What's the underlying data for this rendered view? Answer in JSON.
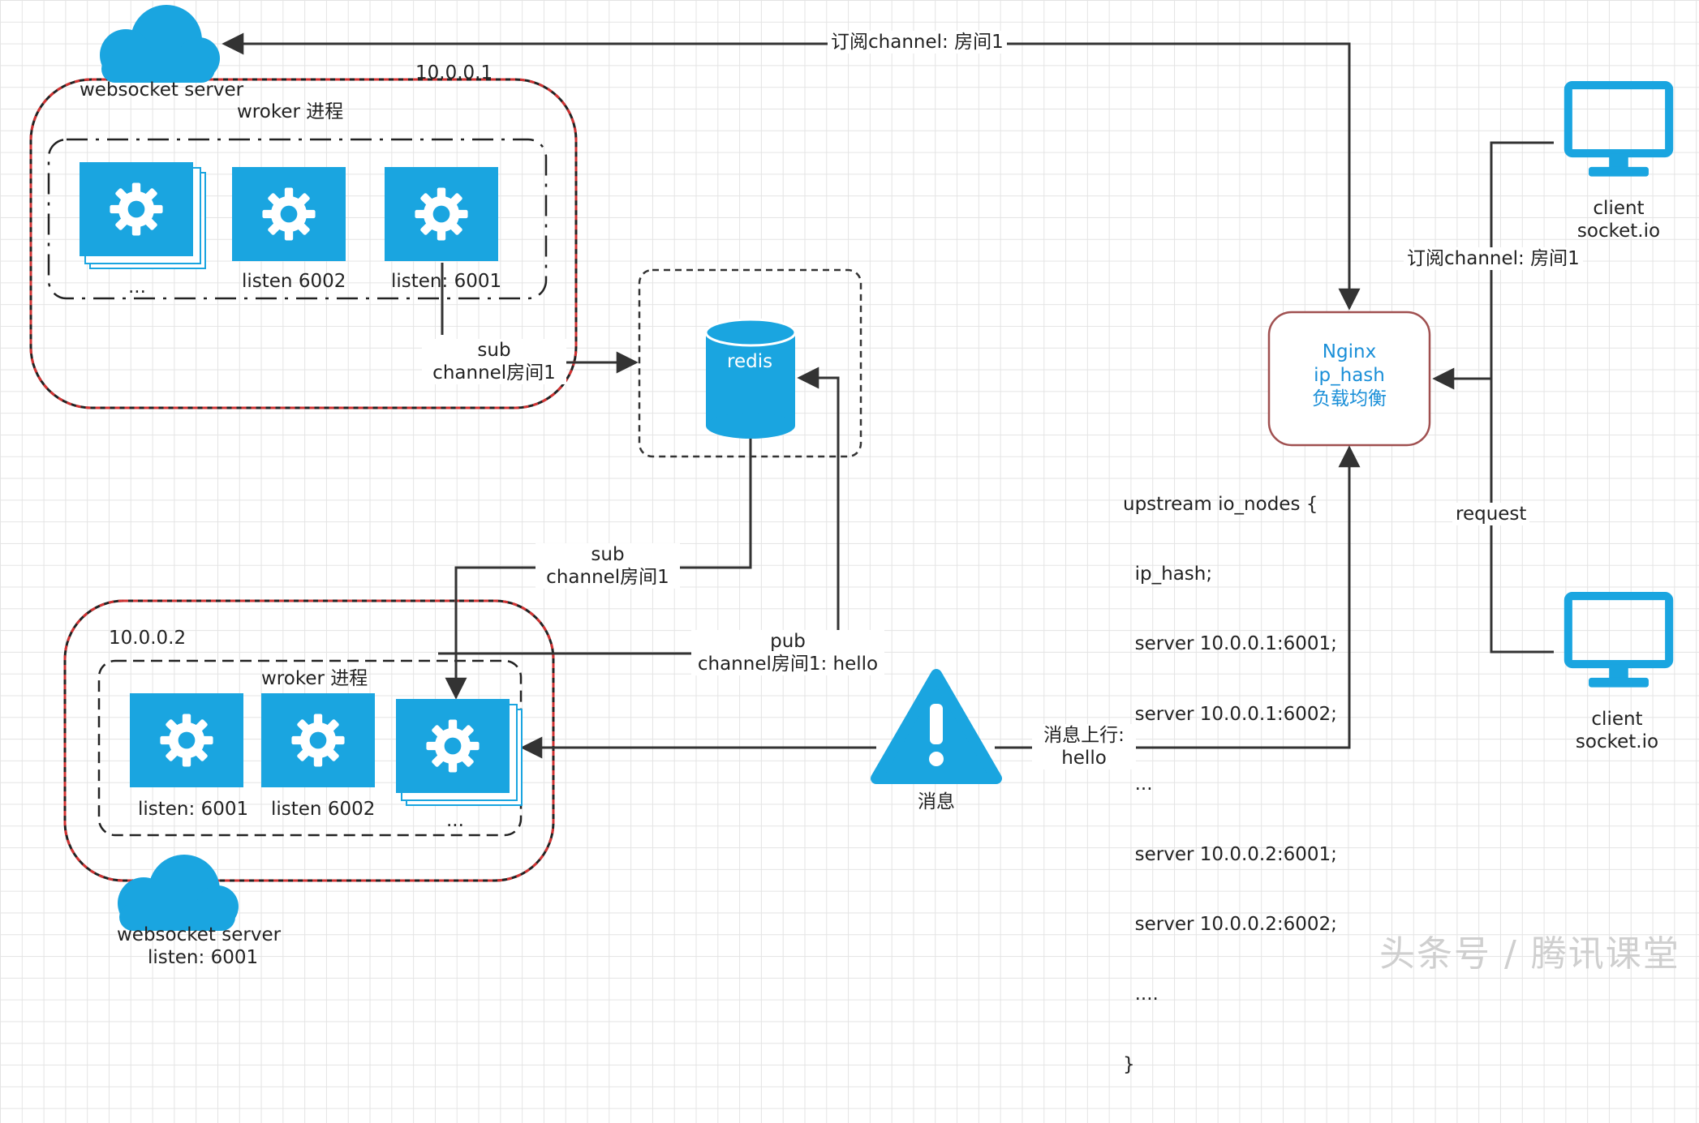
{
  "upper_server": {
    "cloud_label": "websocket server",
    "ip": "10.0.0.1",
    "worker_title": "wroker 进程",
    "workers": [
      {
        "label": "..."
      },
      {
        "label": "listen 6002"
      },
      {
        "label": "listen: 6001"
      }
    ]
  },
  "lower_server": {
    "cloud_label_line1": "websocket server",
    "cloud_label_line2": "listen: 6001",
    "ip": "10.0.0.2",
    "worker_title": "wroker 进程",
    "workers": [
      {
        "label": "listen: 6001"
      },
      {
        "label": "listen 6002"
      },
      {
        "label": "..."
      }
    ]
  },
  "redis": {
    "label": "redis"
  },
  "nginx": {
    "line1": "Nginx",
    "line2": "ip_hash",
    "line3": "负载均衡"
  },
  "clients": [
    {
      "line1": "client",
      "line2": "socket.io"
    },
    {
      "line1": "client",
      "line2": "socket.io"
    }
  ],
  "warning": {
    "label": "消息"
  },
  "edges": {
    "top_subscribe": "订阅channel: 房间1",
    "client_subscribe": "订阅channel: 房间1",
    "request": "request",
    "upper_sub_line1": "sub",
    "upper_sub_line2": "channel房间1",
    "lower_sub_line1": "sub",
    "lower_sub_line2": "channel房间1",
    "pub_line1": "pub",
    "pub_line2": "channel房间1: hello",
    "message_up_line1": "消息上行:",
    "message_up_line2": "hello"
  },
  "upstream_config": [
    "upstream io_nodes {",
    "  ip_hash;",
    "  server 10.0.0.1:6001;",
    "  server 10.0.0.1:6002;",
    "  ...",
    "  server 10.0.0.2:6001;",
    "  server 10.0.0.2:6002;",
    "  ....",
    "}"
  ],
  "watermark": "头条号 / 腾讯课堂",
  "colors": {
    "accent": "#1aa5e0",
    "server_border": "#b22222",
    "nginx_border": "#a05050",
    "nginx_text": "#1a8fd8",
    "line": "#333333"
  }
}
